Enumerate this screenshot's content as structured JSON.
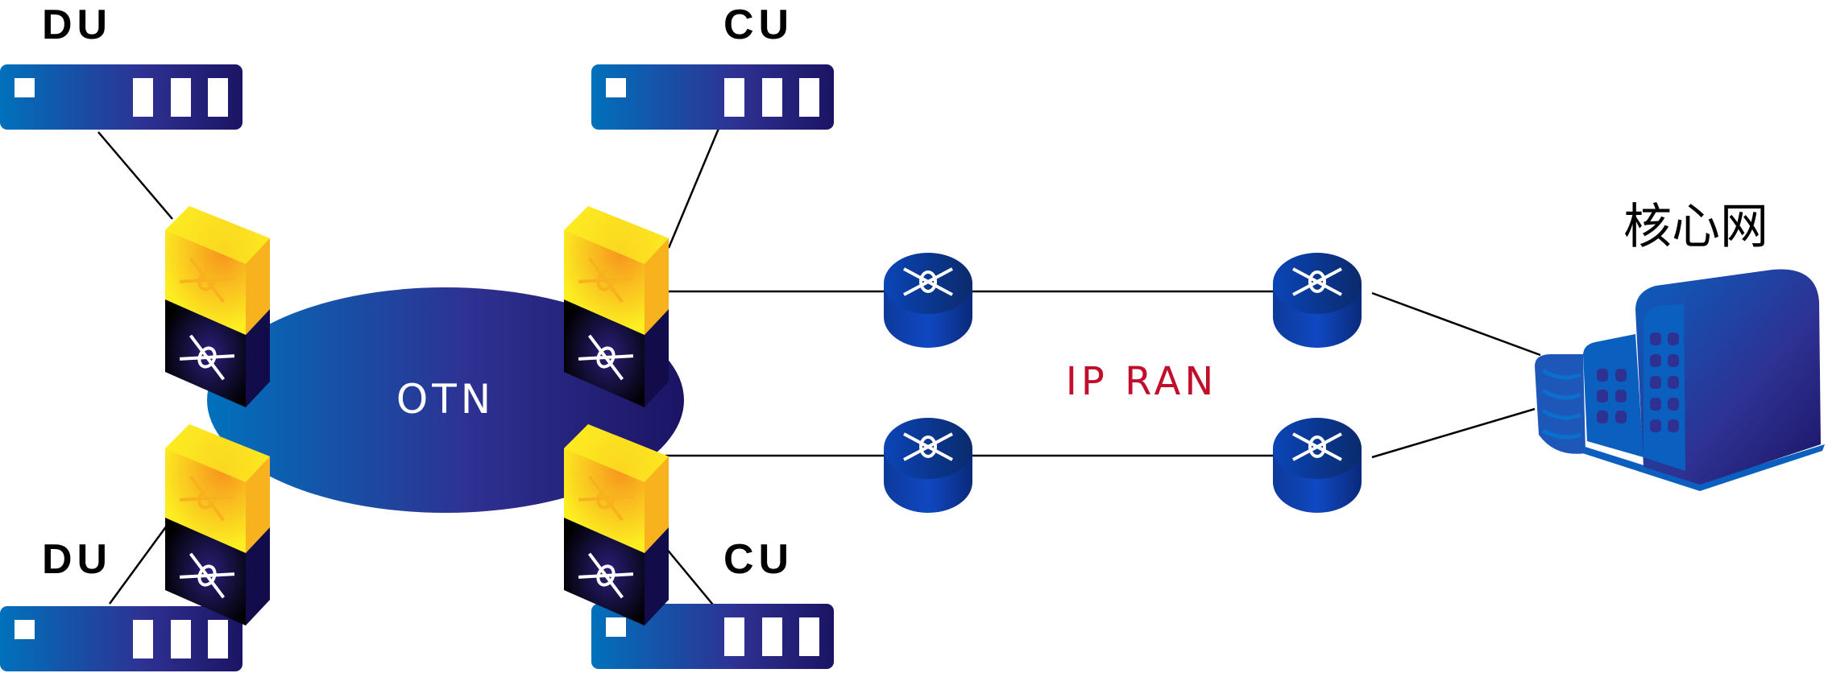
{
  "diagram": {
    "type": "network-topology",
    "nodes": {
      "du_top": {
        "label": "DU",
        "kind": "DU server"
      },
      "du_bottom": {
        "label": "DU",
        "kind": "DU server"
      },
      "cu_top": {
        "label": "CU",
        "kind": "CU server"
      },
      "cu_bottom": {
        "label": "CU",
        "kind": "CU server"
      },
      "otn_cloud": {
        "label": "OTN",
        "kind": "network cloud"
      },
      "ipran": {
        "label": "IP RAN",
        "kind": "network label"
      },
      "core": {
        "label": "核心网",
        "kind": "core network"
      },
      "otn_switches": [
        "otn-switch-top-left",
        "otn-switch-bottom-left",
        "otn-switch-top-right",
        "otn-switch-bottom-right"
      ],
      "routers": [
        "ipran-router-top-left",
        "ipran-router-top-right",
        "ipran-router-bottom-left",
        "ipran-router-bottom-right"
      ]
    },
    "links": [
      [
        "du_top",
        "otn-switch-top-left"
      ],
      [
        "du_bottom",
        "otn-switch-bottom-left"
      ],
      [
        "cu_top",
        "otn-switch-top-right"
      ],
      [
        "cu_bottom",
        "otn-switch-bottom-right"
      ],
      [
        "otn-switch-top-right",
        "ipran-router-top-left"
      ],
      [
        "ipran-router-top-left",
        "ipran-router-top-right"
      ],
      [
        "ipran-router-top-right",
        "core"
      ],
      [
        "otn-switch-bottom-right",
        "ipran-router-bottom-left"
      ],
      [
        "ipran-router-bottom-left",
        "ipran-router-bottom-right"
      ],
      [
        "ipran-router-bottom-right",
        "core"
      ]
    ],
    "colors": {
      "server_gradient_start": "#0071bc",
      "server_gradient_mid": "#2e3192",
      "server_gradient_end": "#1b1464",
      "switch_top": "#fcee21",
      "switch_top_accent": "#f7931e",
      "switch_bottom": "#0d0a3a",
      "router": "#0a3fa8",
      "ipran_text": "#c20e2d"
    }
  }
}
